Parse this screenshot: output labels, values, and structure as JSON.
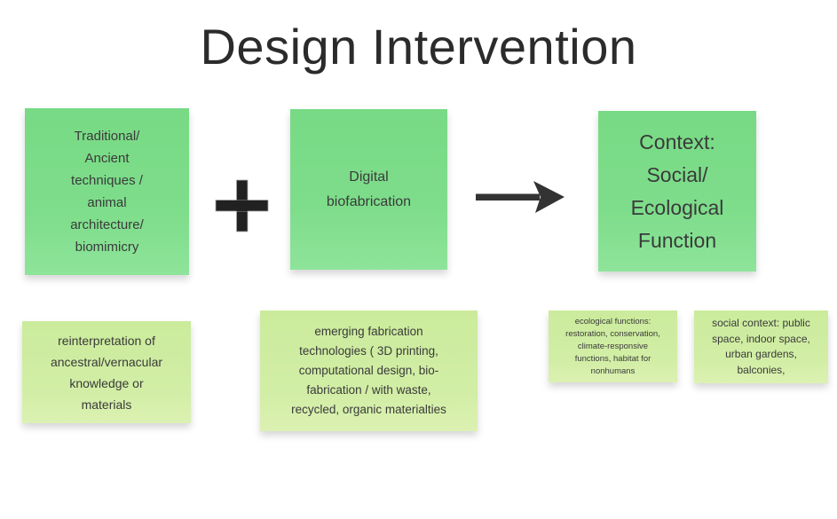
{
  "title": "Design Intervention",
  "colors": {
    "note_green": "#7EDD8B",
    "note_light_green": "#D2EEA6",
    "text": "#3A3A3A",
    "title_text": "#2B2B2B",
    "connector": "#262626"
  },
  "top_boxes": [
    {
      "name": "traditional-techniques",
      "text": "Traditional/\nAncient\ntechniques /\nanimal\narchitecture/\nbiomimicry"
    },
    {
      "name": "digital-biofabrication",
      "text": "Digital\nbiofabrication"
    },
    {
      "name": "context-function",
      "text": "Context:\nSocial/\nEcological\nFunction"
    }
  ],
  "bottom_boxes": [
    {
      "name": "reinterpretation-note",
      "text": "reinterpretation of\nancestral/vernacular\nknowledge or\nmaterials"
    },
    {
      "name": "emerging-fabrication-note",
      "text": "emerging fabrication\ntechnologies ( 3D printing,\ncomputational design, bio-\nfabrication / with waste,\nrecycled, organic materialties"
    },
    {
      "name": "ecological-functions-note",
      "text": "ecological functions:\nrestoration, conservation,\nclimate-responsive\nfunctions, habitat for\nnonhumans"
    },
    {
      "name": "social-context-note",
      "text": "social context: public\nspace, indoor space,\nurban gardens,\nbalconies,"
    }
  ],
  "connectors": {
    "plus": "plus",
    "arrow": "arrow-right"
  }
}
